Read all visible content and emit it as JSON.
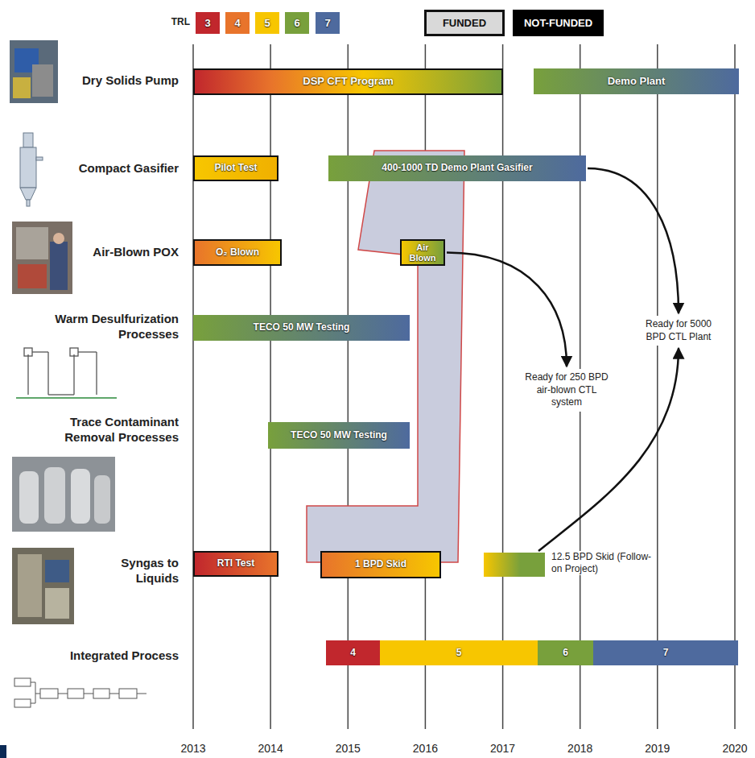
{
  "diagram": {
    "nodes": [
      {
        "text": [
          "DSP CFT Program"
        ]
      },
      {
        "text": [
          "Demo Plant"
        ]
      },
      {
        "text": [
          "Pilot Test"
        ]
      },
      {
        "text": [
          "400-1000 TD Demo Plant Gasifier"
        ]
      },
      {
        "text": [
          "O₂ Blown"
        ]
      },
      {
        "text": [
          "Air Blown"
        ]
      },
      {
        "text": [
          "Ready for 5000 BPD CTL Plant"
        ]
      },
      {
        "text": [
          "TECO 50 MW Testing"
        ]
      },
      {
        "text": [
          "Ready for 250 BPD air-blown CTL system"
        ]
      },
      {
        "text": [
          "TECO 50 MW Testing"
        ]
      },
      {
        "text": [
          "RTI Test"
        ]
      },
      {
        "text": [
          "1 BPD Skid"
        ]
      },
      {
        "text": [
          "12.5 BPD Skid (Follow-on Project)"
        ]
      },
      {
        "text": [
          "4"
        ]
      },
      {
        "text": [
          "5"
        ]
      },
      {
        "text": [
          "6"
        ]
      },
      {
        "text": [
          "7"
        ]
      }
    ],
    "edges": [
      {
        "from": 5,
        "to": 8,
        "arrow": "to"
      },
      {
        "from": 3,
        "to": 6,
        "arrow": "to"
      },
      {
        "from": 12,
        "to": 6,
        "arrow": "to"
      }
    ],
    "labels": [
      "TRL",
      "Dry Solids Pump",
      "Compact Gasifier",
      "Air-Blown POX",
      "Warm Desulfurization Processes",
      "Trace Contaminant Removal Processes",
      "Syngas to Liquids",
      "Integrated Process",
      "2013",
      "2014",
      "2015",
      "2016",
      "2017",
      "2018",
      "2019",
      "2020"
    ],
    "legend": [
      {
        "text": "3",
        "color": "#c1272d"
      },
      {
        "text": "4",
        "color": "#e8742b"
      },
      {
        "text": "5",
        "color": "#f7c600"
      },
      {
        "text": "6",
        "color": "#78a03c"
      },
      {
        "text": "7",
        "color": "#4e6a9e"
      },
      {
        "text": "FUNDED",
        "color": "#d9d9d9"
      },
      {
        "text": "NOT-FUNDED",
        "color": "#000000"
      }
    ]
  }
}
